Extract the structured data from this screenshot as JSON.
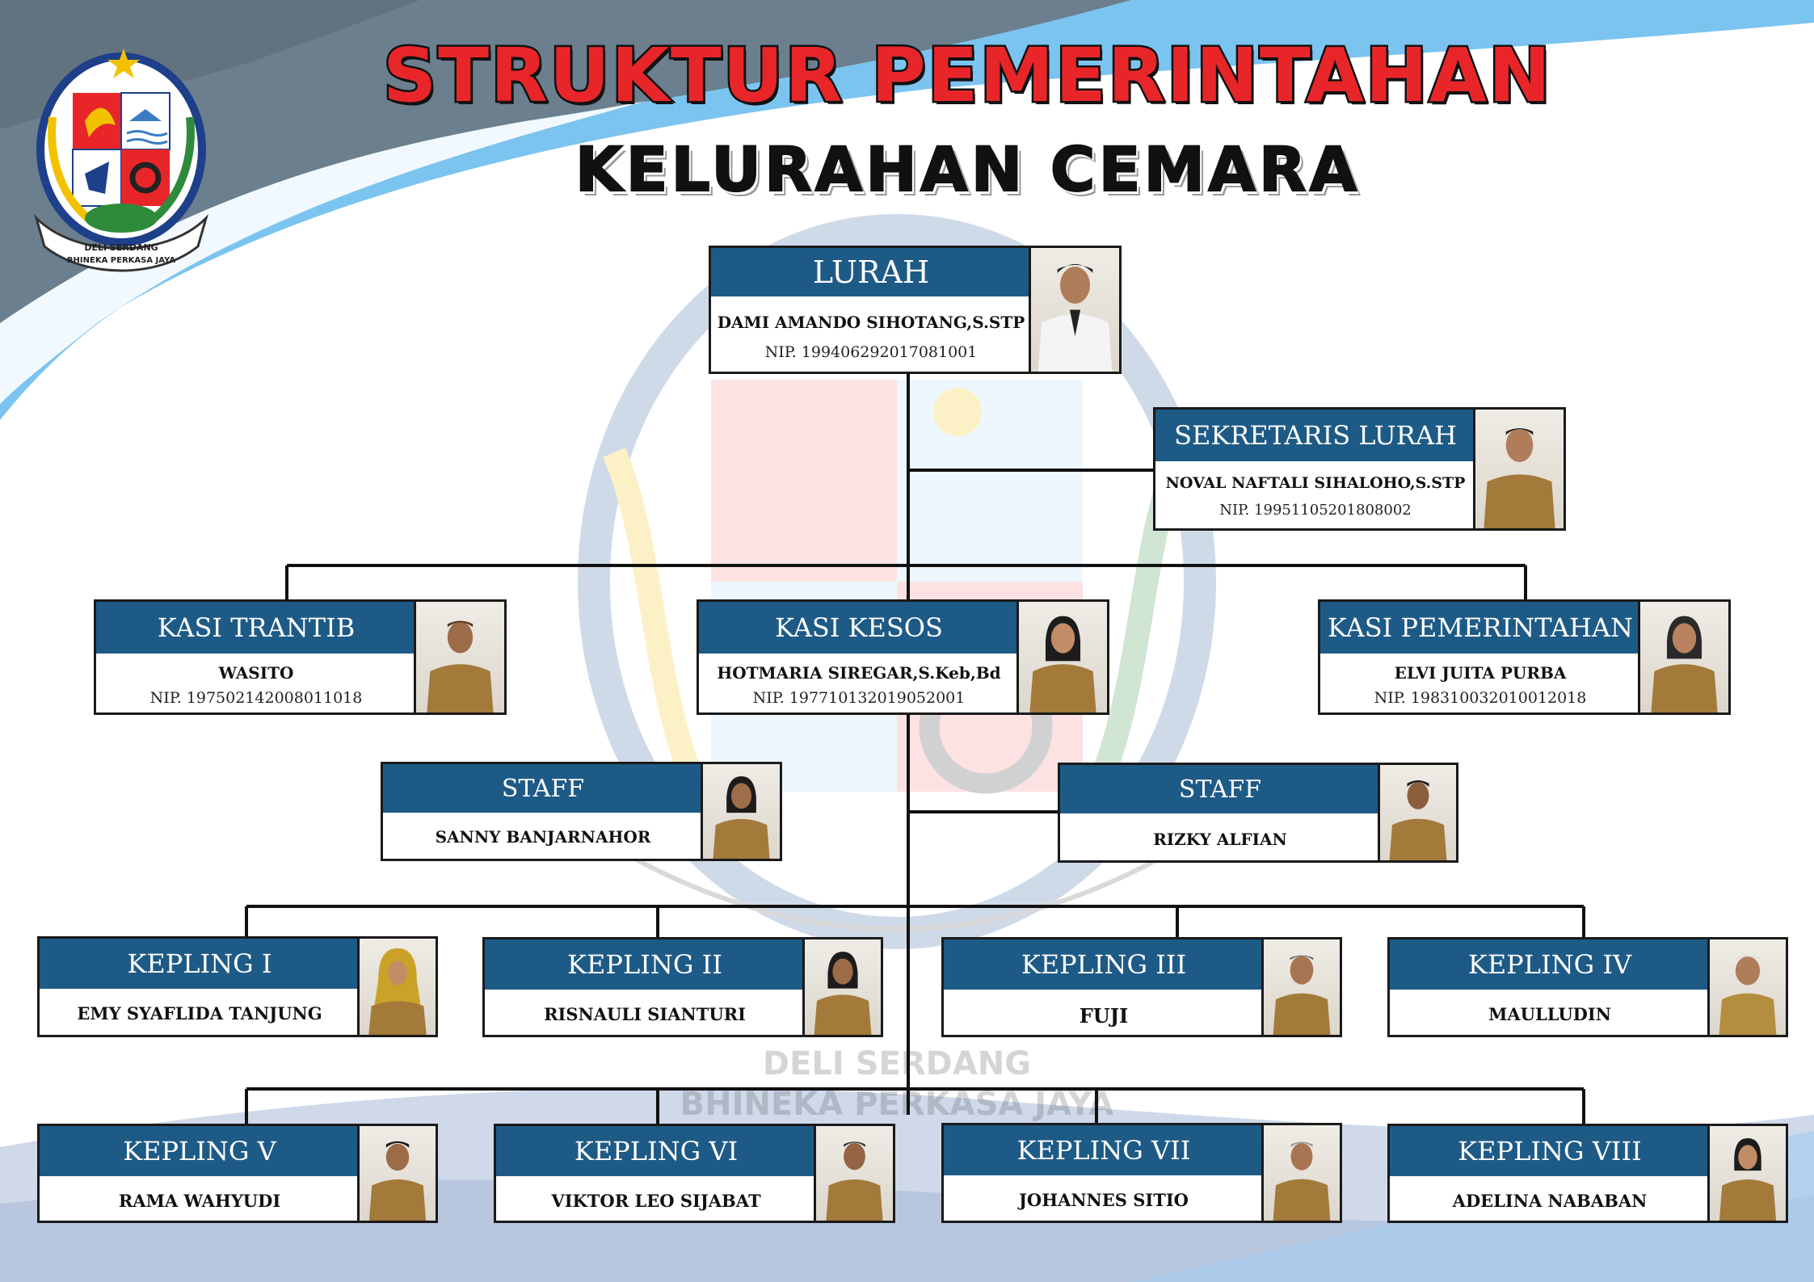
{
  "header": {
    "title": "STRUKTUR PEMERINTAHAN",
    "subtitle": "KELURAHAN CEMARA"
  },
  "logo": {
    "ribbon_line1": "DELI SERDANG",
    "ribbon_line2": "BHINEKA PERKASA JAYA"
  },
  "watermark": {
    "line1": "DELI SERDANG",
    "line2": "BHINEKA PERKASA JAYA"
  },
  "colors": {
    "title_red": "#e8262a",
    "role_blue": "#1e5a86",
    "bg_sky": "#7cc4f0",
    "bg_slate": "#6b7f8e"
  },
  "org": {
    "lurah": {
      "role": "LURAH",
      "name": "DAMI AMANDO SIHOTANG,S.STP",
      "nip": "NIP. 199406292017081001"
    },
    "sekretaris": {
      "role": "SEKRETARIS LURAH",
      "name": "NOVAL NAFTALI SIHALOHO,S.STP",
      "nip": "NIP. 19951105201808002"
    },
    "kasi_trantib": {
      "role": "KASI TRANTIB",
      "name": "WASITO",
      "nip": "NIP. 197502142008011018"
    },
    "kasi_kesos": {
      "role": "KASI KESOS",
      "name": "HOTMARIA SIREGAR,S.Keb,Bd",
      "nip": "NIP. 197710132019052001"
    },
    "kasi_pemerintahan": {
      "role": "KASI PEMERINTAHAN",
      "name": "ELVI JUITA PURBA",
      "nip": "NIP. 198310032010012018"
    },
    "staff_1": {
      "role": "STAFF",
      "name": "SANNY BANJARNAHOR"
    },
    "staff_2": {
      "role": "STAFF",
      "name": "RIZKY ALFIAN"
    },
    "kepling_1": {
      "role": "KEPLING I",
      "name": "EMY SYAFLIDA TANJUNG"
    },
    "kepling_2": {
      "role": "KEPLING II",
      "name": "RISNAULI SIANTURI"
    },
    "kepling_3": {
      "role": "KEPLING III",
      "name": "FUJI"
    },
    "kepling_4": {
      "role": "KEPLING IV",
      "name": "MAULLUDIN"
    },
    "kepling_5": {
      "role": "KEPLING V",
      "name": "RAMA WAHYUDI"
    },
    "kepling_6": {
      "role": "KEPLING VI",
      "name": "VIKTOR LEO SIJABAT"
    },
    "kepling_7": {
      "role": "KEPLING VII",
      "name": "JOHANNES SITIO"
    },
    "kepling_8": {
      "role": "KEPLING VIII",
      "name": "ADELINA NABABAN"
    }
  }
}
